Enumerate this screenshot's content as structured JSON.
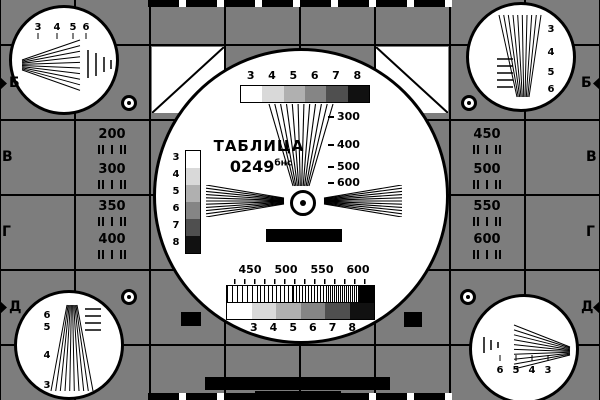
{
  "card": {
    "title": "ТАБЛИЦА",
    "code": "0249",
    "code_superscript": "бнс",
    "row_labels": [
      "Б",
      "В",
      "Г",
      "Д"
    ],
    "left_freq_labels": [
      "200",
      "300",
      "350",
      "400"
    ],
    "right_freq_labels": [
      "450",
      "500",
      "550",
      "600"
    ],
    "center": {
      "top_scale": [
        "3",
        "4",
        "5",
        "6",
        "7",
        "8"
      ],
      "wedge_freqs": [
        "300",
        "400",
        "500",
        "600"
      ],
      "side_scale": [
        "3",
        "4",
        "5",
        "6",
        "7",
        "8"
      ],
      "bottom_freqs": [
        "450",
        "500",
        "550",
        "600"
      ],
      "bottom_scale": [
        "3",
        "4",
        "5",
        "6",
        "7",
        "8"
      ]
    },
    "corners": {
      "top_left": [
        "3",
        "4",
        "5",
        "6"
      ],
      "top_right": [
        "3",
        "4",
        "5",
        "6"
      ],
      "bottom_left": [
        "6",
        "5",
        "4",
        "3"
      ],
      "bottom_right": [
        "6",
        "5",
        "4",
        "3"
      ]
    },
    "colors": {
      "background": "#7d7d7d",
      "ink": "#000000",
      "circle_fill": "#ffffff",
      "grayscale_steps": [
        "#ffffff",
        "#d9d9d9",
        "#b0b0b0",
        "#858585",
        "#4f4f4f",
        "#111111"
      ]
    }
  }
}
